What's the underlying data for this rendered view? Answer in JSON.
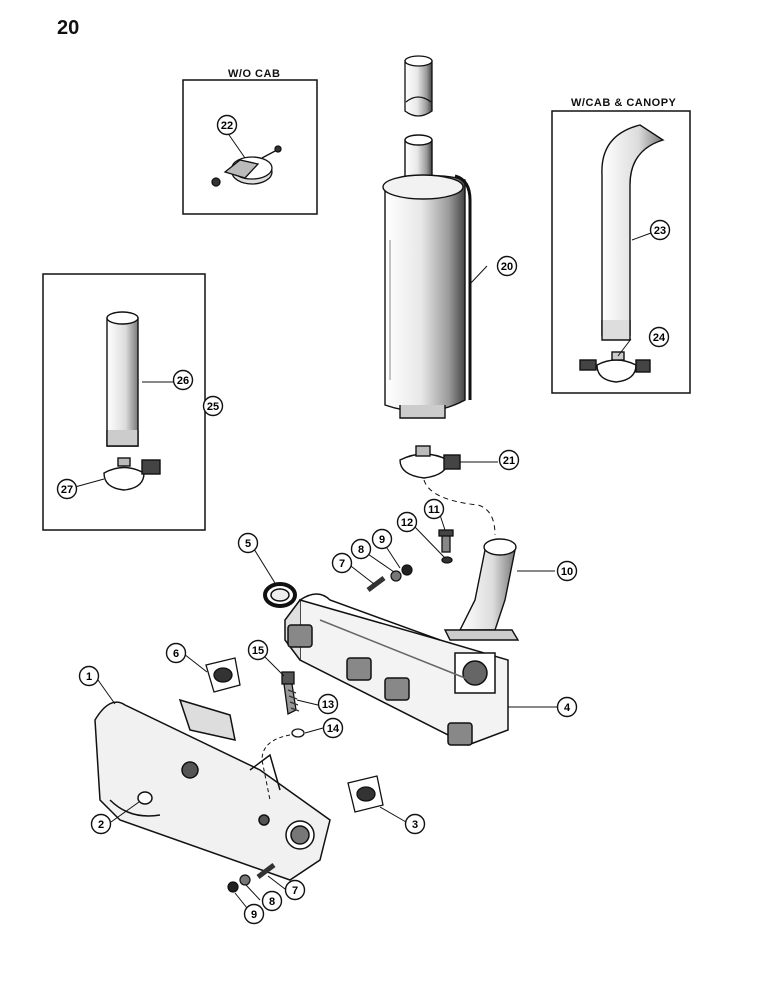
{
  "page": {
    "number": "20"
  },
  "insets": {
    "without_cab": {
      "title": "W/O CAB"
    },
    "with_cab_canopy": {
      "title": "W/CAB & CANOPY"
    }
  },
  "callouts": [
    "1",
    "2",
    "3",
    "4",
    "5",
    "6",
    "7",
    "8",
    "9",
    "10",
    "11",
    "12",
    "13",
    "14",
    "15",
    "20",
    "21",
    "22",
    "23",
    "24",
    "25",
    "26",
    "27",
    "7",
    "8",
    "9"
  ]
}
